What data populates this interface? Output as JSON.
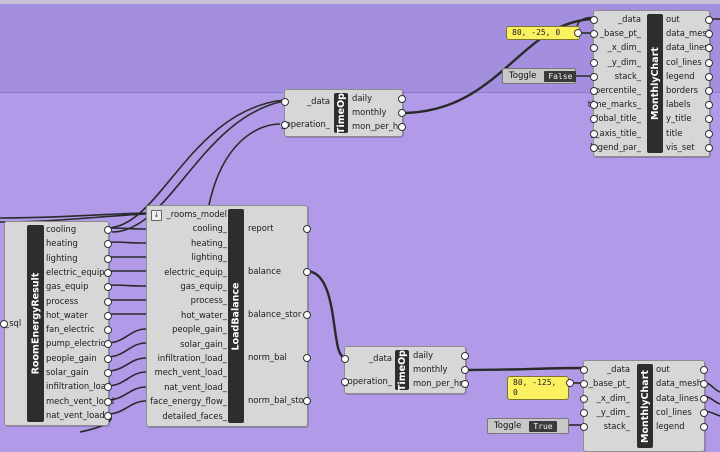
{
  "canvas": {
    "background": "#b19ae8",
    "group_color": "#a48fdf"
  },
  "monthly_chart_top": {
    "title": "MonthlyChart",
    "inputs": [
      "_data",
      "_base_pt_",
      "_x_dim_",
      "_y_dim_",
      "stack_",
      "percentile_",
      "time_marks_",
      "global_title_",
      "y_axis_title_",
      "legend_par_"
    ],
    "outputs": [
      "out",
      "data_mesh",
      "data_lines",
      "col_lines",
      "legend",
      "borders",
      "labels",
      "y_title",
      "title",
      "vis_set"
    ]
  },
  "panel_top": {
    "text": "80, -25, 0"
  },
  "toggle_top": {
    "label": "Toggle",
    "value": "False"
  },
  "timeop_top": {
    "title": "TimeOp",
    "inputs": [
      "_data",
      "_operation_"
    ],
    "outputs": [
      "daily",
      "monthly",
      "mon_per_hr"
    ]
  },
  "room_energy": {
    "title": "RoomEnergyResult",
    "input": "_sql",
    "outputs": [
      "cooling",
      "heating",
      "lighting",
      "electric_equip",
      "gas_equip",
      "process",
      "hot_water",
      "fan_electric",
      "pump_electric",
      "people_gain",
      "solar_gain",
      "infiltration_load",
      "mech_vent_load",
      "nat_vent_load"
    ]
  },
  "load_balance": {
    "title": "LoadBalance",
    "inputs": [
      "_rooms_model",
      "cooling_",
      "heating_",
      "lighting_",
      "electric_equip_",
      "gas_equip_",
      "process_",
      "hot_water_",
      "people_gain_",
      "solar_gain_",
      "infiltration_load_",
      "mech_vent_load_",
      "nat_vent_load_",
      "face_energy_flow_",
      "detailed_faces_"
    ],
    "outputs": [
      "report",
      "balance",
      "balance_stor",
      "norm_bal",
      "norm_bal_stor"
    ],
    "checkbox": "↓"
  },
  "timeop_bottom": {
    "title": "TimeOp",
    "inputs": [
      "_data",
      "_operation_"
    ],
    "outputs": [
      "daily",
      "monthly",
      "mon_per_hr"
    ]
  },
  "panel_bottom": {
    "text": "80, -125, 0"
  },
  "toggle_bottom": {
    "label": "Toggle",
    "value": "True"
  },
  "monthly_chart_bottom": {
    "title": "MonthlyChart",
    "inputs": [
      "_data",
      "_base_pt_",
      "_x_dim_",
      "_y_dim_",
      "stack_"
    ],
    "outputs": [
      "out",
      "data_mesh",
      "data_lines",
      "col_lines",
      "legend"
    ]
  }
}
